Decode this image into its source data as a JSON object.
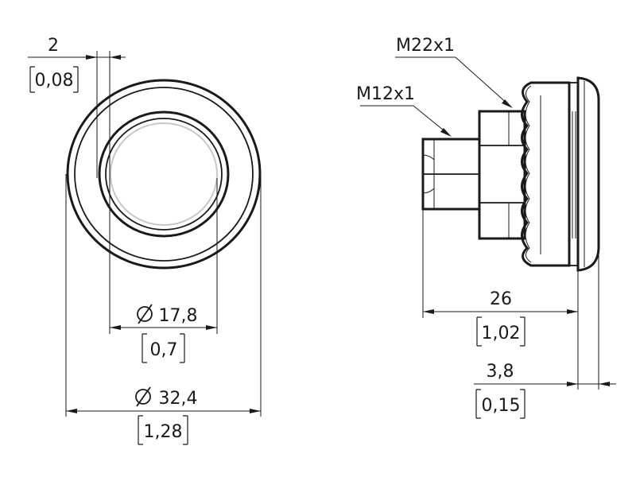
{
  "front_view": {
    "gap_dim": "2",
    "gap_dim_inch": "0,08",
    "inner_dim": "17,8",
    "inner_dim_inch": "0,7",
    "outer_dim": "32,4",
    "outer_dim_inch": "1,28"
  },
  "side_view": {
    "thread_large": "M22x1",
    "thread_small": "M12x1",
    "length_dim": "26",
    "length_dim_inch": "1,02",
    "flange_dim": "3,8",
    "flange_dim_inch": "0,15"
  },
  "symbols": {
    "diameter_icon": "diameter-symbol"
  }
}
